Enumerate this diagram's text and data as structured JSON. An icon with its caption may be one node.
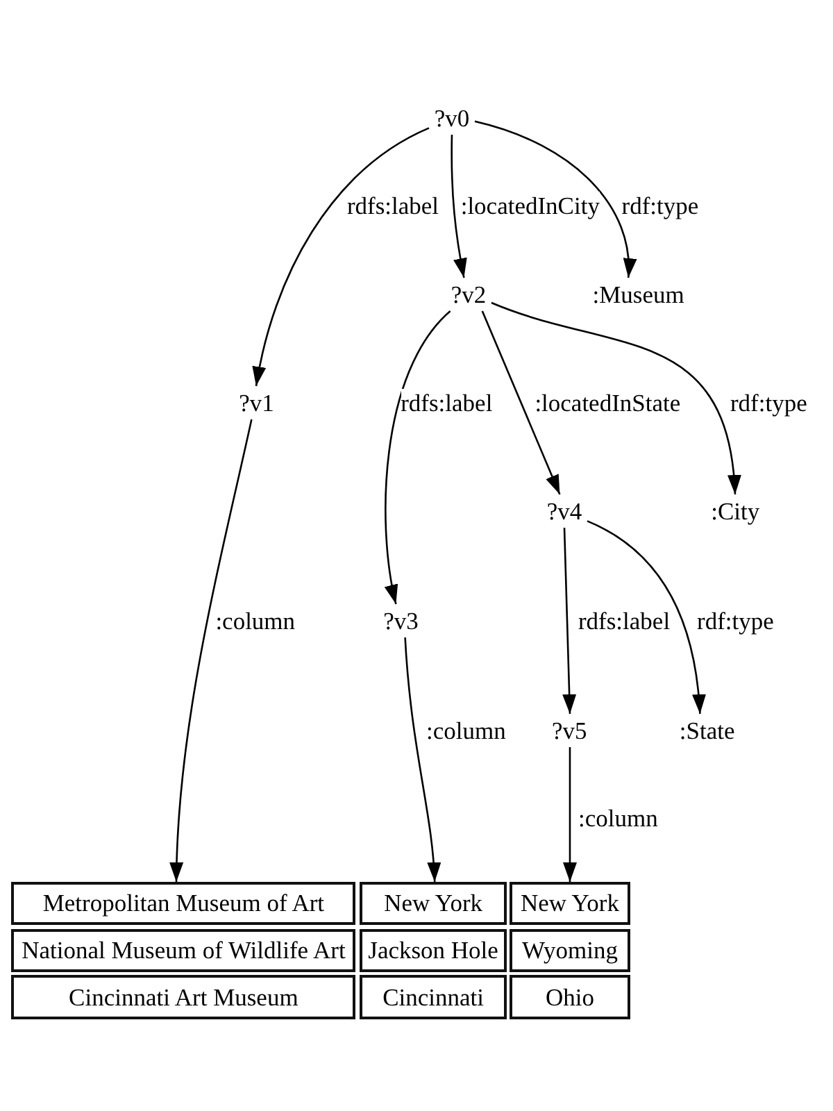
{
  "diagram": {
    "nodes": [
      {
        "text": [
          "?v0"
        ]
      },
      {
        "text": [
          "?v2"
        ]
      },
      {
        "text": [
          ":Museum"
        ]
      },
      {
        "text": [
          "?v1"
        ]
      },
      {
        "text": [
          "?v4"
        ]
      },
      {
        "text": [
          ":City"
        ]
      },
      {
        "text": [
          "?v3"
        ]
      },
      {
        "text": [
          "?v5"
        ]
      },
      {
        "text": [
          ":State"
        ]
      },
      {
        "text": [
          "Metropolitan Museum of Art"
        ]
      },
      {
        "text": [
          "New York"
        ]
      },
      {
        "text": [
          "New York"
        ]
      },
      {
        "text": [
          "National Museum of Wildlife Art"
        ]
      },
      {
        "text": [
          "Jackson Hole"
        ]
      },
      {
        "text": [
          "Wyoming"
        ]
      },
      {
        "text": [
          "Cincinnati Art Museum"
        ]
      },
      {
        "text": [
          "Cincinnati"
        ]
      },
      {
        "text": [
          "Ohio"
        ]
      }
    ],
    "edges": [
      {
        "from": 0,
        "to": 3,
        "arrow": "to",
        "label": "rdfs:label"
      },
      {
        "from": 0,
        "to": 1,
        "arrow": "to",
        "label": ":locatedInCity"
      },
      {
        "from": 0,
        "to": 2,
        "arrow": "to",
        "label": "rdf:type"
      },
      {
        "from": 1,
        "to": 6,
        "arrow": "to",
        "label": "rdfs:label"
      },
      {
        "from": 1,
        "to": 4,
        "arrow": "to",
        "label": ":locatedInState"
      },
      {
        "from": 1,
        "to": 5,
        "arrow": "to",
        "label": "rdf:type"
      },
      {
        "from": 4,
        "to": 7,
        "arrow": "to",
        "label": "rdfs:label"
      },
      {
        "from": 4,
        "to": 8,
        "arrow": "to",
        "label": "rdf:type"
      },
      {
        "from": 3,
        "to": 9,
        "arrow": "to",
        "label": ":column"
      },
      {
        "from": 6,
        "to": 10,
        "arrow": "to",
        "label": ":column"
      },
      {
        "from": 7,
        "to": 11,
        "arrow": "to",
        "label": ":column"
      }
    ]
  }
}
